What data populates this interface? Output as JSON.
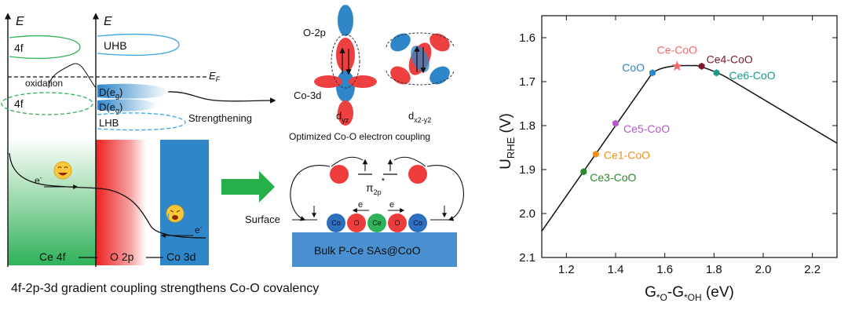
{
  "energy_diagram": {
    "axis_label_left": "E",
    "axis_label_right": "E",
    "level_4f_upper": "4f",
    "level_4f_lower": "4f",
    "level_uhb": "UHB",
    "level_deg_1": "D(e",
    "level_deg_1_sub": "g",
    "level_deg_1_close": ")",
    "level_deg_2": "D(e",
    "level_deg_2_sub": "g",
    "level_deg_2_close": ")",
    "level_lhb": "LHB",
    "fermi_label": "E",
    "fermi_sub": "F",
    "oxidation": "oxidation",
    "strengthening": "Strengthening",
    "electron_1": "e",
    "electron_1_sup": "-",
    "electron_2": "e",
    "electron_2_sup": "-",
    "bottom_ce": "Ce 4f",
    "bottom_o": "O 2p",
    "bottom_co": "Co 3d",
    "colors": {
      "green": "#2fb25a",
      "red": "#ee2a2a",
      "blue": "#2f86c8"
    }
  },
  "orbitals": {
    "o2p": "O-2p",
    "co3d": "Co-3d",
    "dyz": "d",
    "dyz_sub": "yz",
    "dx2y2": "d",
    "dx2y2_sub": "x2-y2",
    "caption": "Optimized Co-O electron coupling"
  },
  "surface": {
    "pi_label": "π",
    "pi_sub": "2p",
    "pi_sup": "*",
    "surface_label": "Surface",
    "electron_a": "e",
    "electron_b": "e",
    "atoms": [
      "Co",
      "O",
      "Ce",
      "O",
      "Co"
    ],
    "bulk_label": "Bulk P-Ce SAs@CoO"
  },
  "caption": "4f-2p-3d gradient coupling strengthens Co-O covalency",
  "chart_data": {
    "type": "scatter",
    "xlabel": "G*O-G*OH (eV)",
    "ylabel": "URHE (V)",
    "xlim": [
      1.1,
      2.3
    ],
    "ylim": [
      2.1,
      1.55
    ],
    "y_inverted": true,
    "xticks": [
      "1.2",
      "1.4",
      "1.6",
      "1.8",
      "2.0",
      "2.2"
    ],
    "yticks": [
      "1.6",
      "1.7",
      "1.8",
      "1.9",
      "2.0",
      "2.1"
    ],
    "volcano_line": [
      [
        1.1,
        2.04
      ],
      [
        1.55,
        1.68
      ],
      [
        1.7,
        1.665
      ],
      [
        1.75,
        1.665
      ],
      [
        1.85,
        1.69
      ],
      [
        2.3,
        1.84
      ]
    ],
    "points": [
      {
        "name": "Ce3-CoO",
        "x": 1.27,
        "y": 1.905,
        "color": "#2c8a2c",
        "marker": "hexagon"
      },
      {
        "name": "Ce1-CoO",
        "x": 1.32,
        "y": 1.865,
        "color": "#f0901e",
        "marker": "hexagon"
      },
      {
        "name": "Ce5-CoO",
        "x": 1.4,
        "y": 1.795,
        "color": "#b45ac8",
        "marker": "hexagon"
      },
      {
        "name": "CoO",
        "x": 1.55,
        "y": 1.68,
        "color": "#2f86c8",
        "marker": "hexagon"
      },
      {
        "name": "Ce-CoO",
        "x": 1.65,
        "y": 1.665,
        "color": "#f06a6a",
        "marker": "star"
      },
      {
        "name": "Ce4-CoO",
        "x": 1.75,
        "y": 1.665,
        "color": "#7a1a2a",
        "marker": "hexagon"
      },
      {
        "name": "Ce6-CoO",
        "x": 1.81,
        "y": 1.68,
        "color": "#1e9a8a",
        "marker": "hexagon"
      }
    ]
  }
}
